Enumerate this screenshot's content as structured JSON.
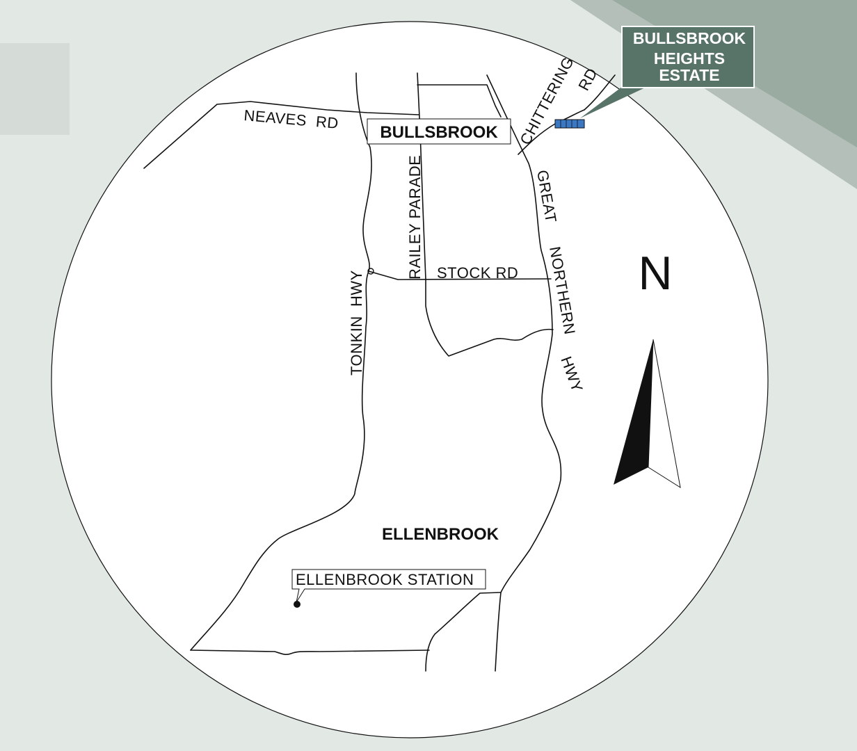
{
  "colors": {
    "background": "#e2e8e4",
    "corner_band_light": "#b3bfb8",
    "corner_band_dark": "#9aaba2",
    "circle_fill": "#ffffff",
    "callout_fill": "#587468",
    "callout_text": "#ffffff",
    "estate_marker": "#3b78c4",
    "line": "#111111"
  },
  "map": {
    "roads": {
      "neaves_rd": "NEAVES  RD",
      "railey_parade": "RAILEY PARADE",
      "stock_rd": "STOCK RD",
      "tonkin_hwy": "TONKIN  HWY",
      "chittering_rd_1": "CHITTERING",
      "chittering_rd_2": "RD",
      "great_northern_hwy_1": "GREAT",
      "great_northern_hwy_2": "NORTHERN",
      "great_northern_hwy_3": "HWY"
    },
    "places": {
      "bullsbrook": "BULLSBROOK",
      "ellenbrook": "ELLENBROOK",
      "ellenbrook_station": "ELLENBROOK STATION"
    },
    "callout": {
      "line1": "BULLSBROOK",
      "line2": "HEIGHTS",
      "line3": "ESTATE"
    },
    "north_arrow": {
      "label": "N",
      "icon": "north-arrow-icon"
    }
  }
}
